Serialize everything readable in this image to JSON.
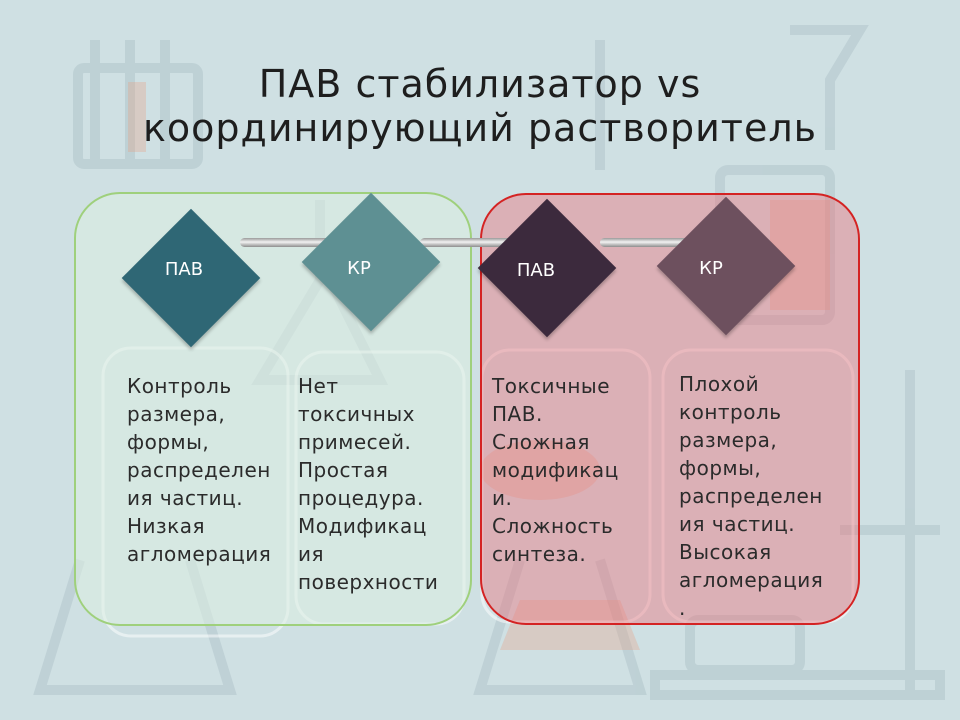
{
  "title": {
    "line1": "ПАВ стабилизатор vs",
    "line2": "координирующий растворитель"
  },
  "diagram": {
    "left_group": {
      "node1": {
        "label": "ПАВ",
        "color": "#2f6775"
      },
      "node2": {
        "label": "КР",
        "color": "#5e9093"
      }
    },
    "right_group": {
      "node1": {
        "label": "ПАВ",
        "color": "#3c2a3d"
      },
      "node2": {
        "label": "КР",
        "color": "#6d505e"
      }
    }
  },
  "columns": {
    "col1": "Контроль\nразмера,\nформы,\nраспределен\nия частиц.\nНизкая\nагломерация",
    "col2": "Нет\nтоксичных\nпримесей.\nПростая\nпроцедура.\nМодификац\nия\nповерхности",
    "col3": "Токсичные\nПАВ.\nСложная\nмодификац\nи.\nСложность\nсинтеза.",
    "col4": "Плохой\nконтроль\nразмера,\nформы,\nраспределен\nия частиц.\nВысокая\nагломерация\n."
  },
  "colors": {
    "background": "#cfe0e3",
    "left_panel_border": "#9fd07c",
    "right_panel_border": "#d42323"
  }
}
